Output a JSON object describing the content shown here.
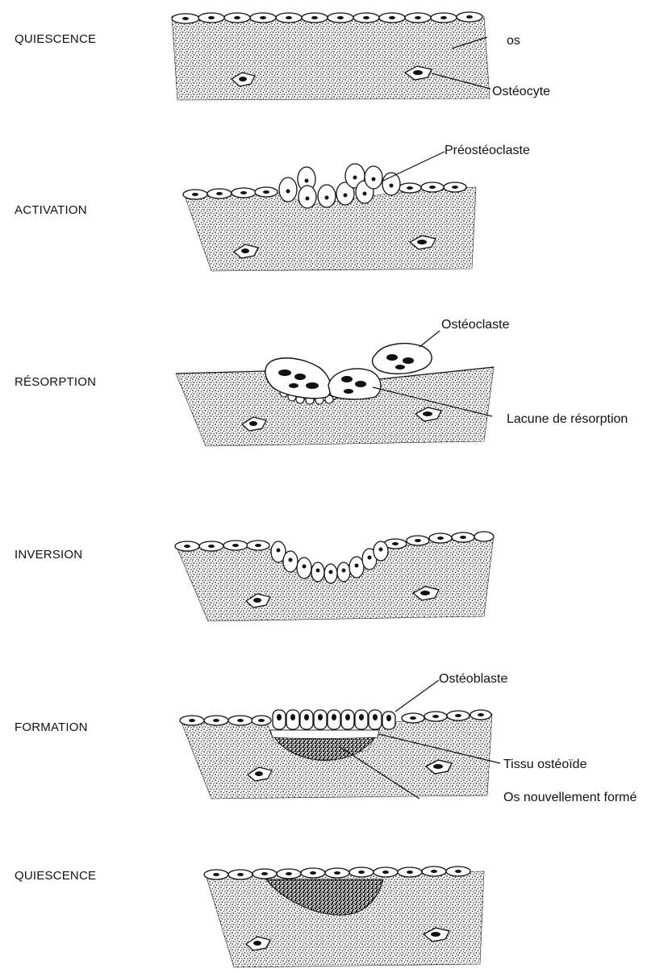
{
  "stages": [
    {
      "label": "QUIESCENCE"
    },
    {
      "label": "ACTIVATION"
    },
    {
      "label": "RÉSORPTION"
    },
    {
      "label": "INVERSION"
    },
    {
      "label": "FORMATION"
    },
    {
      "label": "QUIESCENCE"
    }
  ],
  "annotations": {
    "os": "os",
    "osteocyte": "Ostéocyte",
    "preosteoclaste": "Préostéoclaste",
    "osteoclaste": "Ostéoclaste",
    "lacune": "Lacune de résorption",
    "osteoblaste": "Ostéoblaste",
    "tissu_osteoide": "Tissu ostéoïde",
    "os_nouveau": "Os nouvellement formé"
  }
}
